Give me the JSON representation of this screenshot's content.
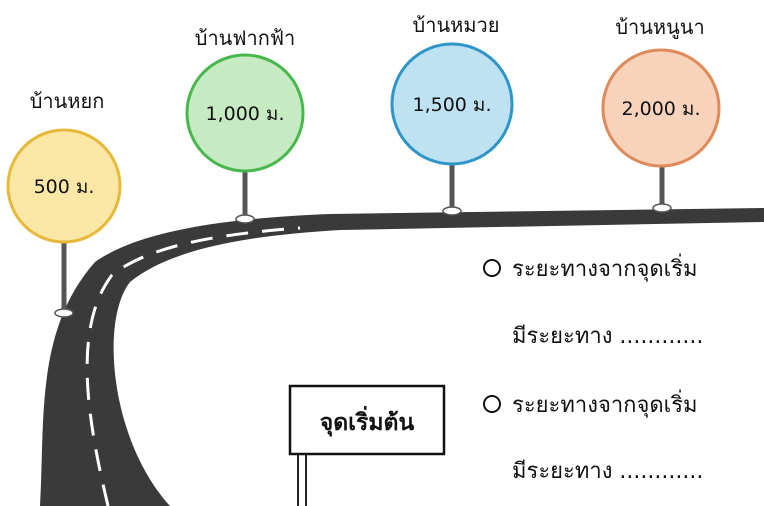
{
  "signs": [
    {
      "village": "บ้านหยก",
      "distance": "500 ม.",
      "fill": "#fbe7a6",
      "stroke": "#e6b93a"
    },
    {
      "village": "บ้านฟากฟ้า",
      "distance": "1,000 ม.",
      "fill": "#c6ebc3",
      "stroke": "#49b84c"
    },
    {
      "village": "บ้านหมวย",
      "distance": "1,500 ม.",
      "fill": "#bfe2f2",
      "stroke": "#2e95c9"
    },
    {
      "village": "บ้านหนูนา",
      "distance": "2,000 ม.",
      "fill": "#f8d3bb",
      "stroke": "#df8a5b"
    }
  ],
  "start_sign": {
    "label": "จุดเริ่มต้น"
  },
  "questions": [
    {
      "line1": "ระยะทางจากจุดเริ่ม",
      "line2": "มีระยะทาง ............"
    },
    {
      "line1": "ระยะทางจากจุดเริ่ม",
      "line2": "มีระยะทาง ............"
    }
  ],
  "colors": {
    "road": "#3a3a3a",
    "road_mark": "#ffffff",
    "pole": "#555555"
  }
}
